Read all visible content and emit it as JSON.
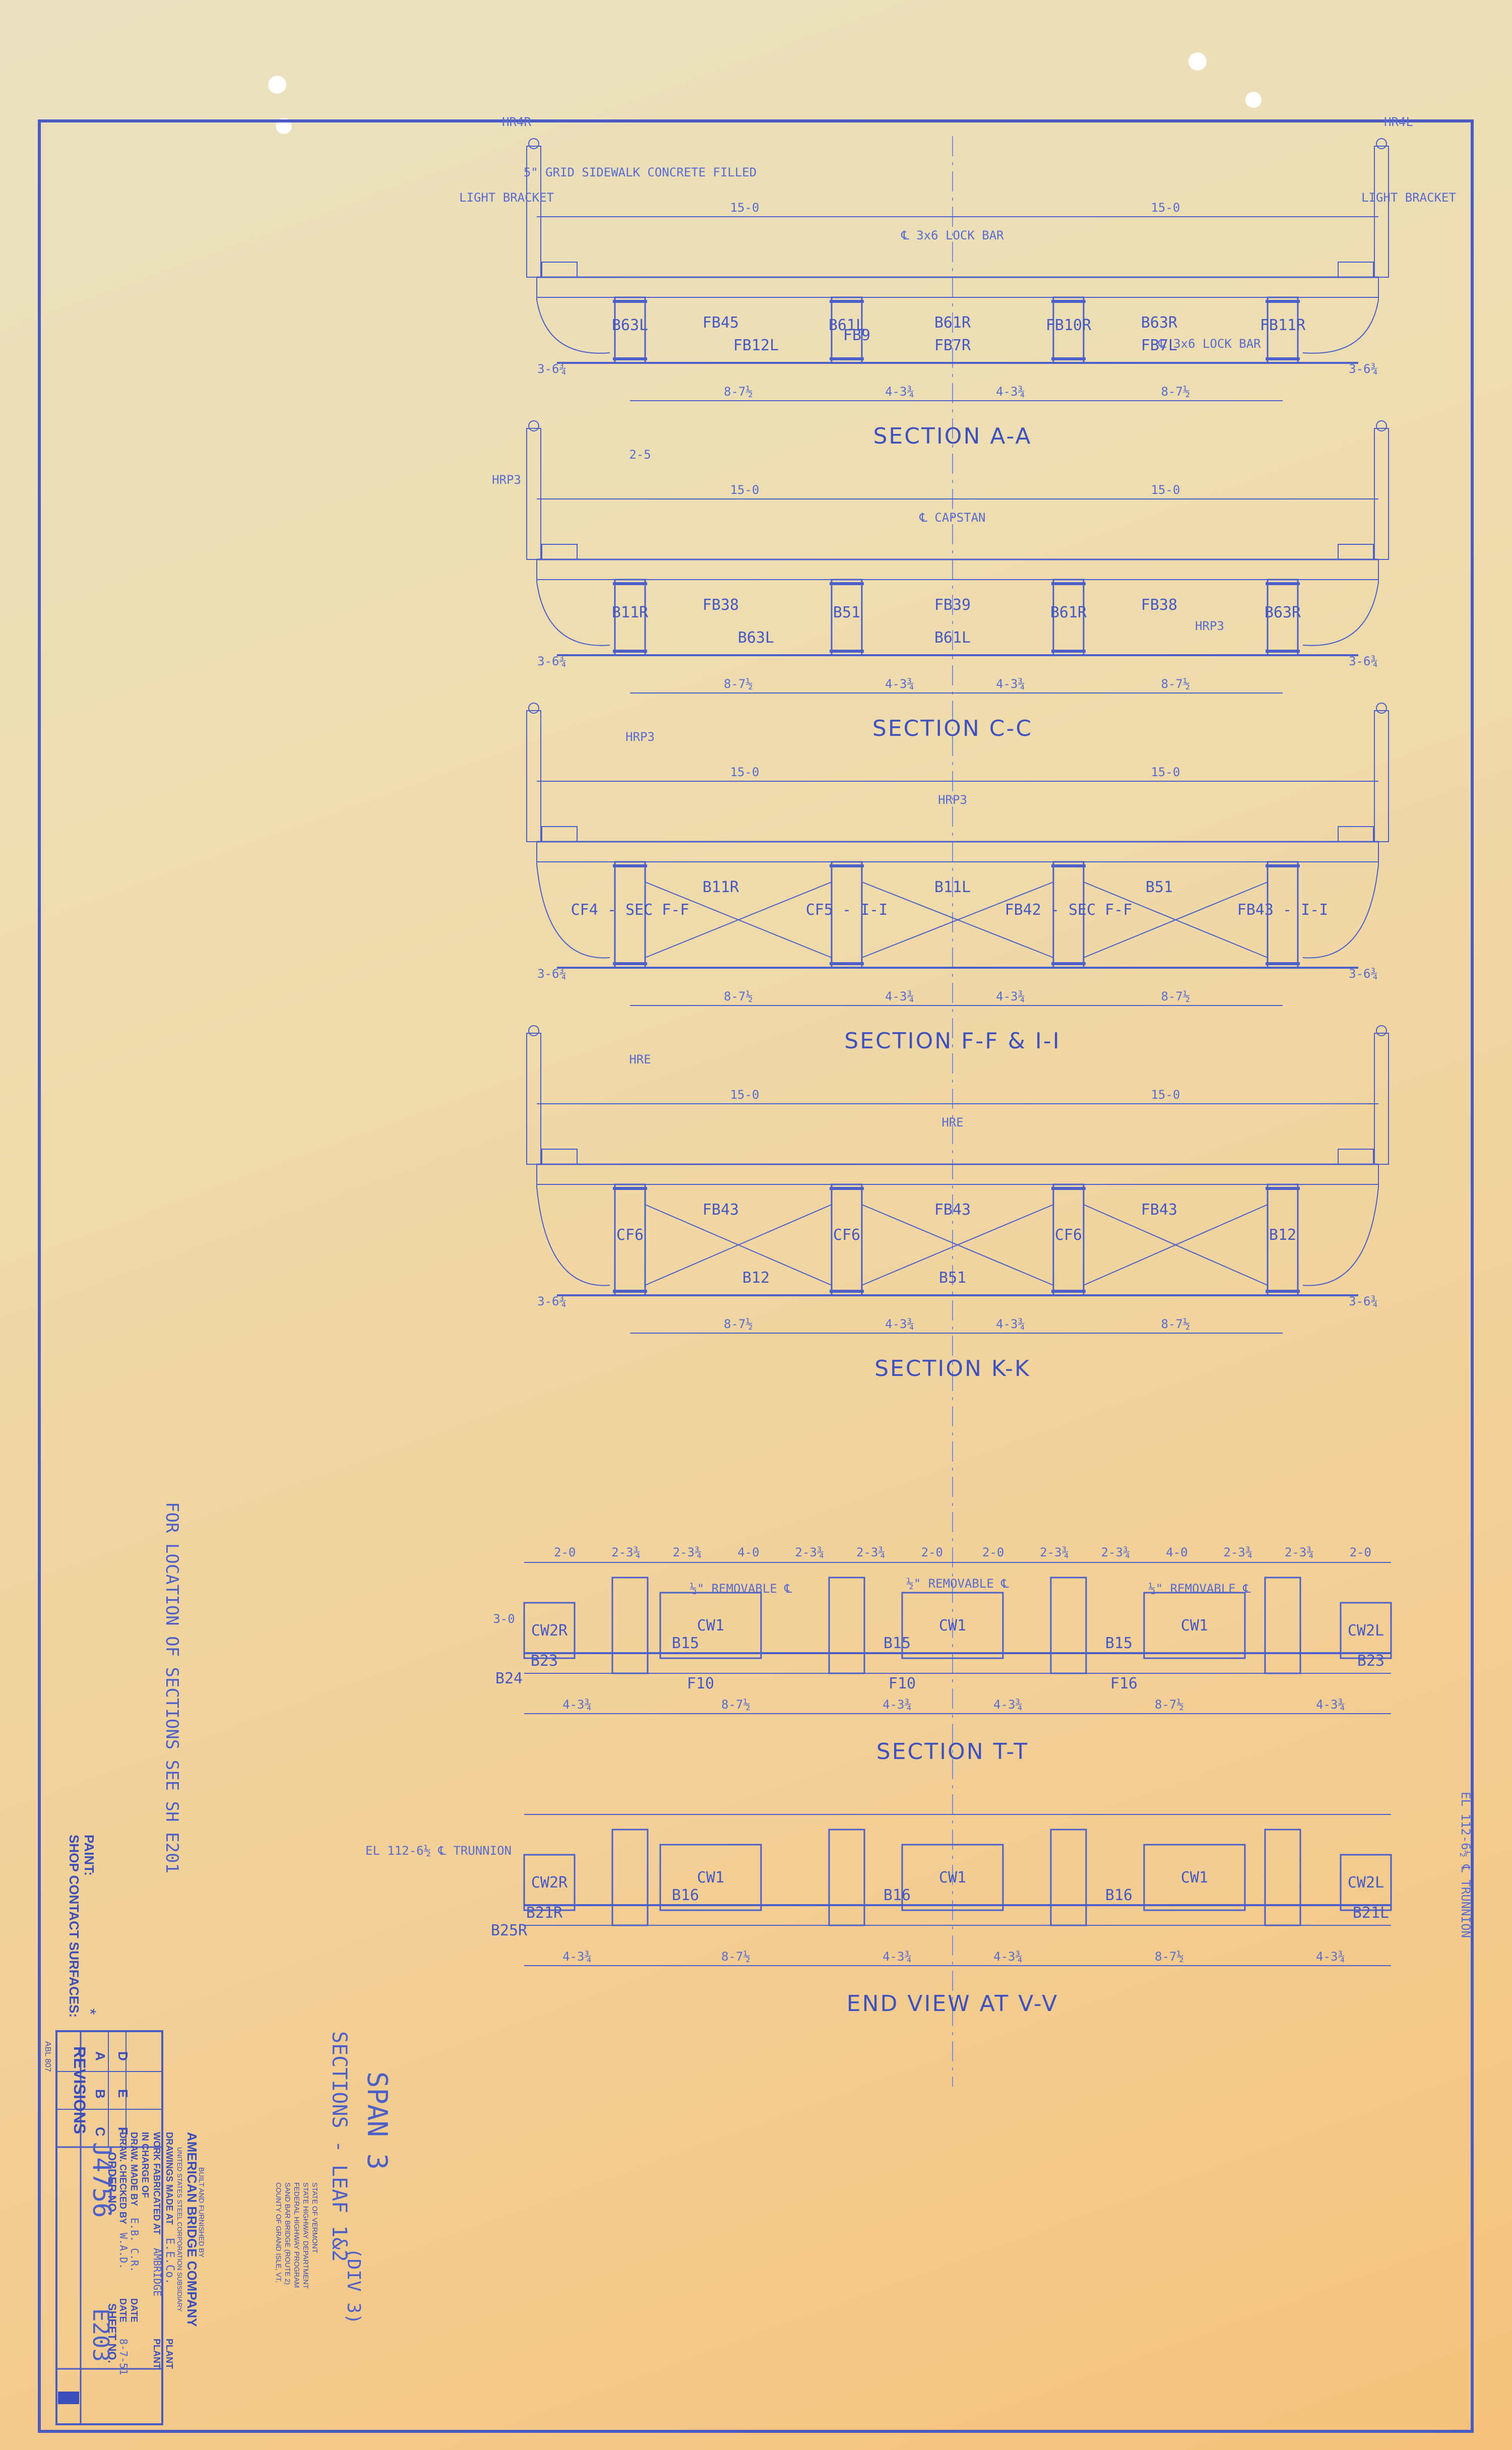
{
  "sections": [
    {
      "title": "SECTION A-A",
      "spans": [
        "15-0",
        "15-0"
      ],
      "bottom_dims": [
        "8-7½",
        "4-3¾",
        "4-3¾",
        "8-7½"
      ],
      "ends": [
        "3-6¾",
        "3-6¾"
      ],
      "members": [
        "FB45",
        "B61R",
        "B63R",
        "B63L",
        "B61L",
        "FB10R",
        "FB11R",
        "FB12L",
        "FB7R",
        "FB7L",
        "FB9"
      ],
      "notes": [
        "5\" GRID SIDEWALK CONCRETE FILLED",
        "℄ 3x6 LOCK BAR",
        "℄ 3x6 LOCK BAR",
        "LIGHT BRACKET",
        "LIGHT BRACKET",
        "HR4R",
        "HR4L"
      ]
    },
    {
      "title": "SECTION C-C",
      "spans": [
        "15-0",
        "15-0"
      ],
      "bottom_dims": [
        "8-7½",
        "4-3¾",
        "4-3¾",
        "8-7½"
      ],
      "ends": [
        "3-6¾",
        "3-6¾"
      ],
      "members": [
        "FB38",
        "FB39",
        "FB38",
        "B11R",
        "B51",
        "B61R",
        "B63R",
        "B63L",
        "B61L"
      ],
      "notes": [
        "2-5",
        "℄ CAPSTAN",
        "HRP3",
        "HRP3"
      ]
    },
    {
      "title": "SECTION F-F & I-I",
      "spans": [
        "15-0",
        "15-0"
      ],
      "bottom_dims": [
        "8-7½",
        "4-3¾",
        "4-3¾",
        "8-7½"
      ],
      "ends": [
        "3-6¾",
        "3-6¾"
      ],
      "members": [
        "B11R",
        "B11L",
        "B51",
        "CF4 - SEC F-F",
        "CF5 - I-I",
        "FB42 - SEC F-F",
        "FB43 - I-I"
      ],
      "notes": [
        "HRP3",
        "HRP3"
      ]
    },
    {
      "title": "SECTION K-K",
      "spans": [
        "15-0",
        "15-0"
      ],
      "bottom_dims": [
        "8-7½",
        "4-3¾",
        "4-3¾",
        "8-7½"
      ],
      "ends": [
        "3-6¾",
        "3-6¾"
      ],
      "members": [
        "FB43",
        "FB43",
        "FB43",
        "CF6",
        "CF6",
        "CF6",
        "B12",
        "B12",
        "B51"
      ],
      "notes": [
        "HRE",
        "HRE"
      ]
    },
    {
      "title": "SECTION T-T",
      "spans": [],
      "bottom_dims": [
        "4-3¾",
        "8-7½",
        "4-3¾",
        "4-3¾",
        "8-7½",
        "4-3¾"
      ],
      "ends": [],
      "members": [
        "CW1",
        "CW1",
        "CW1",
        "CW2R",
        "CW2L",
        "B15",
        "B15",
        "B15",
        "B23",
        "B23",
        "B24",
        "F10",
        "F10",
        "F16"
      ],
      "notes": [
        "½\" REMOVABLE ℄",
        "½\" REMOVABLE ℄",
        "½\" REMOVABLE ℄",
        "3-0"
      ]
    },
    {
      "title": "END VIEW AT V-V",
      "spans": [],
      "bottom_dims": [
        "4-3¾",
        "8-7½",
        "4-3¾",
        "4-3¾",
        "8-7½",
        "4-3¾"
      ],
      "ends": [],
      "members": [
        "CW1",
        "CW1",
        "CW1",
        "CW2R",
        "CW2L",
        "B16",
        "B16",
        "B16",
        "B21R",
        "B21L",
        "B25R"
      ],
      "notes": [
        "EL 112-6½ ℄ TRUNNION",
        "EL 112-6½ ℄ TRUNNION"
      ]
    }
  ],
  "top_dims_tt": [
    "2-0",
    "2-3¾",
    "2-3¾",
    "4-0",
    "2-3¾",
    "2-3¾",
    "2-0",
    "2-0",
    "2-3¾",
    "2-3¾",
    "4-0",
    "2-3¾",
    "2-3¾",
    "2-0"
  ],
  "side_note": "FOR LOCATION OF SECTIONS SEE SH E201",
  "paint_note": {
    "line1": "PAINT:",
    "line2": "SHOP CONTACT SURFACES:",
    "mark": "*"
  },
  "handwritten": {
    "line1": "SPAN 3",
    "line2": "SECTIONS - LEAF 1&2",
    "line3": "(DIV 3)"
  },
  "title_block": {
    "company_small": "BUILT AND FURNISHED BY",
    "company": "AMERICAN BRIDGE COMPANY",
    "company_sub": "UNITED STATES STEEL CORPORATION SUBSIDIARY",
    "project_lines": [
      "STATE OF VERMONT",
      "STATE HIGHWAY DEPARTMENT",
      "FEDERAL HIGHWAY PROGRAM",
      "SAND BAR BRIDGE (ROUTE 2)",
      "COUNTY OF GRAND ISLE, VT."
    ],
    "drawings_made_at": "DRAWINGS MADE AT",
    "drawings_plant": "E.E.Co.",
    "plant_label": "PLANT",
    "work_fabricated_at": "WORK FABRICATED AT",
    "work_plant": "AMBRIDGE",
    "in_charge_of": "IN CHARGE OF",
    "draw_made_by": "DRAW. MADE BY",
    "draw_made_by_val": "E.B. C.R.",
    "date_label": "DATE",
    "draw_checked_by": "DRAW. CHECKED BY",
    "draw_checked_by_val": "W.A.D.",
    "date_val": "8-7-51",
    "order_label": "ORDER NO.",
    "order_no": "J4756",
    "sheet_label": "SHEET NO.",
    "sheet_no": "E203",
    "revisions_label": "REVISIONS",
    "revision_letters": [
      "A",
      "B",
      "C",
      "D",
      "E",
      "F"
    ],
    "form_no": "ABL 807"
  },
  "colors": {
    "ink": "#4d5fc9",
    "paper_top": "#e9e1c0",
    "paper_bottom": "#f4c27c"
  }
}
